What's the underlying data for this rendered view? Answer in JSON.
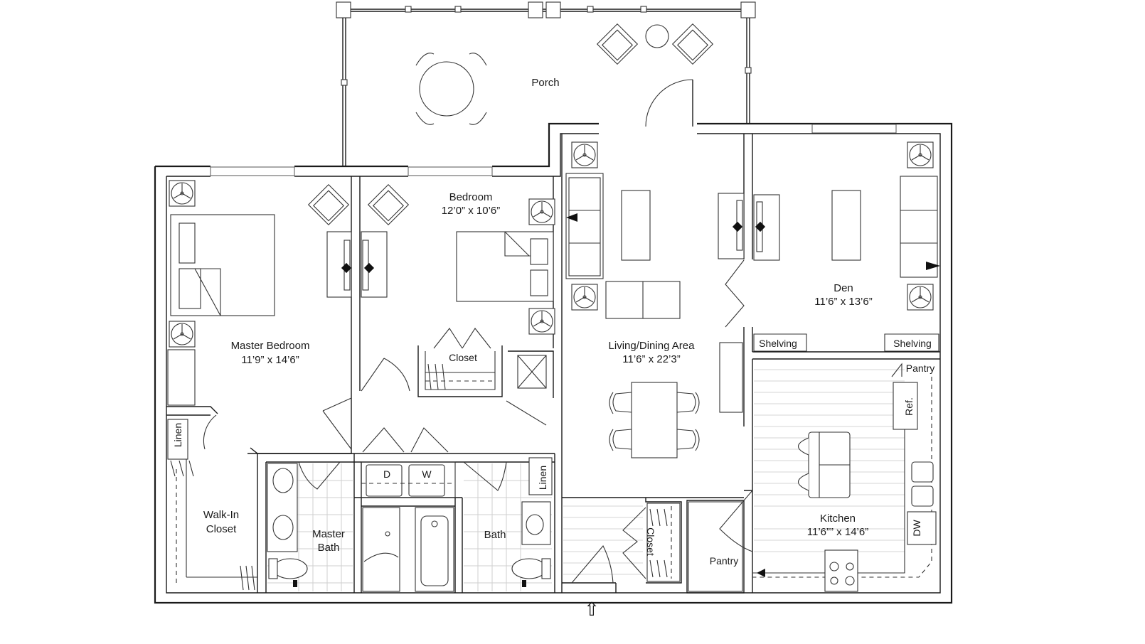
{
  "plan": {
    "rooms": {
      "porch": {
        "name": "Porch"
      },
      "bedroom": {
        "name": "Bedroom",
        "size": "12’0” x 10’6”"
      },
      "master_bedroom": {
        "name": "Master Bedroom",
        "size": "11’9” x 14’6”"
      },
      "living_dining": {
        "name": "Living/Dining Area",
        "size": "11’6” x 22’3”"
      },
      "den": {
        "name": "Den",
        "size": "11’6” x 13’6”"
      },
      "kitchen": {
        "name": "Kitchen",
        "size": "11’6”” x 14’6”"
      },
      "master_bath": {
        "name_line1": "Master",
        "name_line2": "Bath"
      },
      "bath": {
        "name": "Bath"
      },
      "walk_in_closet": {
        "name_line1": "Walk-In",
        "name_line2": "Closet"
      }
    },
    "labels": {
      "closet_bedroom": "Closet",
      "closet_entry": "Closet",
      "linen_master": "Linen",
      "linen_bath": "Linen",
      "shelving_left": "Shelving",
      "shelving_right": "Shelving",
      "pantry_top": "Pantry",
      "pantry_bottom": "Pantry",
      "refrigerator": "Ref.",
      "dishwasher": "DW",
      "dryer": "D",
      "washer": "W"
    },
    "entry_arrow": "⇧",
    "colors": {
      "wall": "#1a1a1a",
      "fixture": "#333333",
      "floor_pattern": "#d6d6d6",
      "background": "#ffffff"
    }
  }
}
